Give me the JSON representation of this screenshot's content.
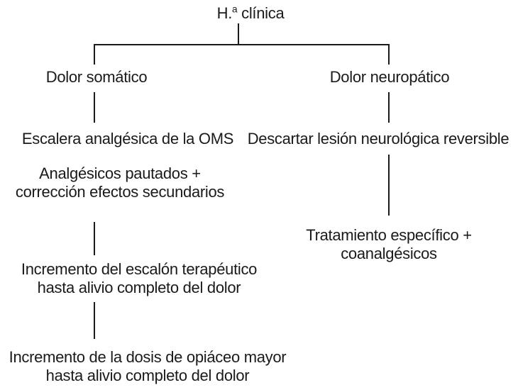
{
  "colors": {
    "ink": "#1a1a1a",
    "background": "#ffffff"
  },
  "flowchart": {
    "root": {
      "abbr": "H.",
      "ordinal": "a",
      "rest": " clínica"
    },
    "branches": [
      {
        "name": "dolor-somatico",
        "label": "Dolor somático",
        "steps": [
          {
            "lines": [
              "Escalera analgésica de la OMS"
            ]
          },
          {
            "lines": [
              "Analgésicos pautados +",
              "corrección efectos secundarios"
            ]
          },
          {
            "lines": [
              "Incremento del escalón terapéutico",
              "hasta alivio completo del dolor"
            ]
          },
          {
            "lines": [
              "Incremento de la dosis de opiáceo mayor",
              "hasta alivio completo del dolor"
            ]
          }
        ]
      },
      {
        "name": "dolor-neuropatico",
        "label": "Dolor neuropático",
        "steps": [
          {
            "lines": [
              "Descartar lesión neurológica reversible"
            ]
          },
          {
            "lines": [
              "Tratamiento específico +",
              "coanalgésicos"
            ]
          }
        ]
      }
    ]
  }
}
